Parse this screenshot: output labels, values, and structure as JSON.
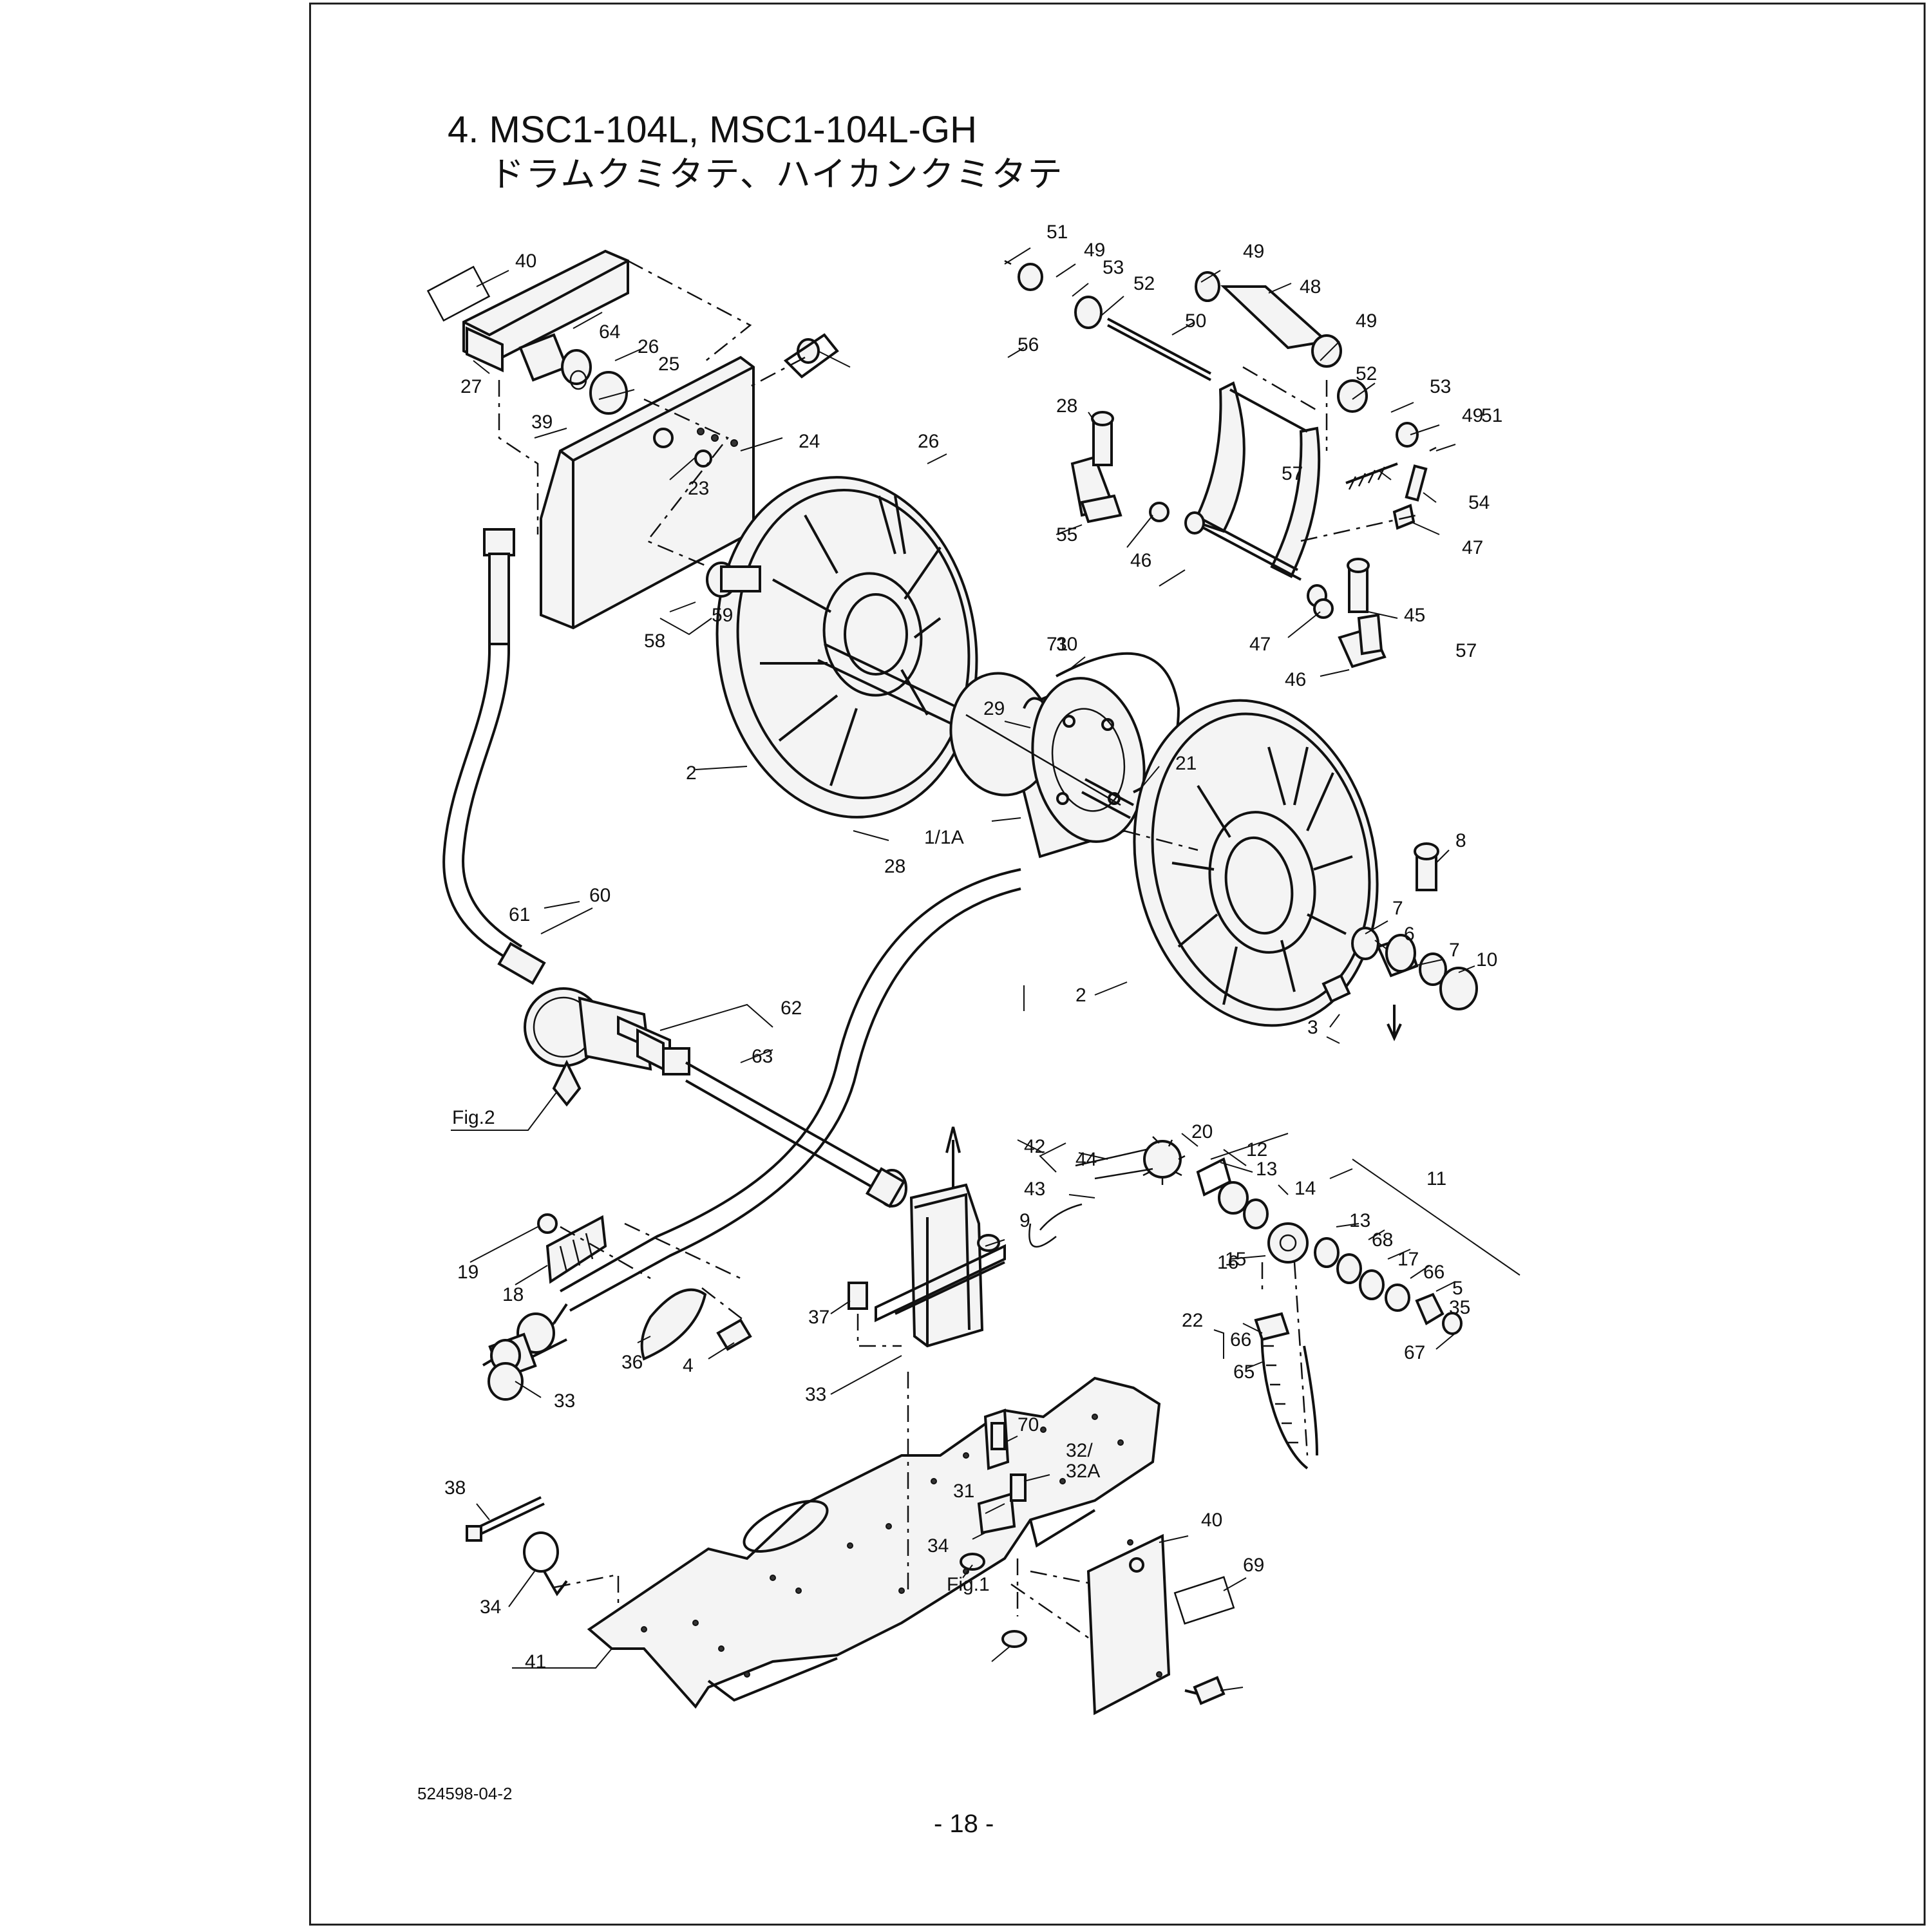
{
  "title": {
    "line1": "4. MSC1-104L, MSC1-104L-GH",
    "line2": "ドラムクミタテ、ハイカンクミタテ"
  },
  "doc_number": "524598-04-2",
  "page_number": "- 18 -",
  "figure_refs": [
    "Fig.2",
    "Fig.1"
  ],
  "part_labels": [
    "51",
    "49",
    "53",
    "52",
    "49",
    "48",
    "49",
    "50",
    "52",
    "53",
    "49",
    "51",
    "40",
    "64",
    "26",
    "25",
    "27",
    "39",
    "24",
    "23",
    "26",
    "28",
    "57",
    "54",
    "55",
    "46",
    "47",
    "56",
    "45",
    "71",
    "57",
    "58",
    "59",
    "30",
    "47",
    "46",
    "29",
    "21",
    "2",
    "1/1A",
    "28",
    "8",
    "61",
    "60",
    "7",
    "6",
    "7",
    "10",
    "2",
    "3",
    "62",
    "63",
    "Fig.2",
    "20",
    "42",
    "44",
    "12",
    "13",
    "14",
    "11",
    "43",
    "9",
    "13",
    "15",
    "68",
    "19",
    "16",
    "17",
    "66",
    "18",
    "5",
    "35",
    "37",
    "22",
    "66",
    "67",
    "36",
    "4",
    "65",
    "33",
    "33",
    "70",
    "32/\n32A",
    "38",
    "31",
    "40",
    "34",
    "69",
    "Fig.1",
    "34",
    "41"
  ]
}
